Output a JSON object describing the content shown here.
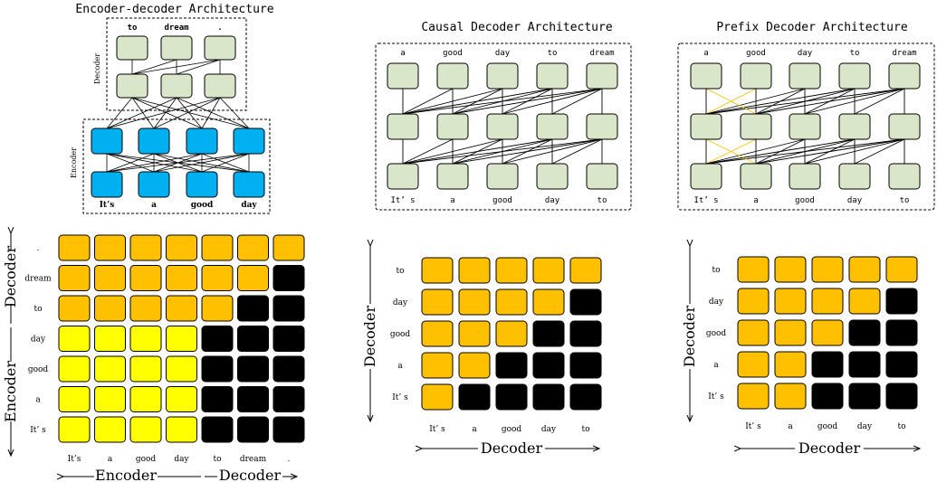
{
  "colors": {
    "node_fill": "#d9e6c9",
    "encoder_fill": "#00b0f0",
    "mask_orange": "#ffc000",
    "mask_yellow": "#ffff00",
    "mask_black": "#000000",
    "prefix_edge": "#ffc000"
  },
  "encoder_decoder": {
    "title": "Encoder-decoder Architecture",
    "decoder_box_label": "Decoder",
    "encoder_box_label": "Encoder",
    "decoder_tokens": [
      "to",
      "dream",
      "."
    ],
    "encoder_tokens": [
      "It’s",
      "a",
      "good",
      "day"
    ]
  },
  "causal": {
    "title": "Causal Decoder Architecture",
    "top_tokens": [
      "a",
      "good",
      "day",
      "to",
      "dream"
    ],
    "bottom_tokens": [
      "It’ s",
      "a",
      "good",
      "day",
      "to"
    ]
  },
  "prefix": {
    "title": "Prefix Decoder Architecture",
    "top_tokens": [
      "a",
      "good",
      "day",
      "to",
      "dream"
    ],
    "bottom_tokens": [
      "It’ s",
      "a",
      "good",
      "day",
      "to"
    ]
  },
  "matrix_ed": {
    "row_labels": [
      ".",
      "dream",
      "to",
      "day",
      "good",
      "a",
      "It’ s"
    ],
    "col_labels": [
      "It’s",
      "a",
      "good",
      "day",
      "to",
      "dream",
      "."
    ],
    "cells": [
      [
        "O",
        "O",
        "O",
        "O",
        "O",
        "O",
        "O"
      ],
      [
        "O",
        "O",
        "O",
        "O",
        "O",
        "O",
        "B"
      ],
      [
        "O",
        "O",
        "O",
        "O",
        "O",
        "B",
        "B"
      ],
      [
        "Y",
        "Y",
        "Y",
        "Y",
        "B",
        "B",
        "B"
      ],
      [
        "Y",
        "Y",
        "Y",
        "Y",
        "B",
        "B",
        "B"
      ],
      [
        "Y",
        "Y",
        "Y",
        "Y",
        "B",
        "B",
        "B"
      ],
      [
        "Y",
        "Y",
        "Y",
        "Y",
        "B",
        "B",
        "B"
      ]
    ],
    "axis_x_encoder": "Encoder",
    "axis_x_decoder": "Decoder",
    "axis_y_decoder": "Decoder",
    "axis_y_encoder": "Encoder"
  },
  "matrix_causal": {
    "row_labels": [
      "to",
      "day",
      "good",
      "a",
      "It’ s"
    ],
    "col_labels": [
      "It’ s",
      "a",
      "good",
      "day",
      "to"
    ],
    "cells": [
      [
        "O",
        "O",
        "O",
        "O",
        "O"
      ],
      [
        "O",
        "O",
        "O",
        "O",
        "B"
      ],
      [
        "O",
        "O",
        "O",
        "B",
        "B"
      ],
      [
        "O",
        "O",
        "B",
        "B",
        "B"
      ],
      [
        "O",
        "B",
        "B",
        "B",
        "B"
      ]
    ],
    "axis_x": "Decoder",
    "axis_y": "Decoder"
  },
  "matrix_prefix": {
    "row_labels": [
      "to",
      "day",
      "good",
      "a",
      "It’ s"
    ],
    "col_labels": [
      "It’ s",
      "a",
      "good",
      "day",
      "to"
    ],
    "cells": [
      [
        "O",
        "O",
        "O",
        "O",
        "O"
      ],
      [
        "O",
        "O",
        "O",
        "O",
        "B"
      ],
      [
        "O",
        "O",
        "O",
        "B",
        "B"
      ],
      [
        "O",
        "O",
        "B",
        "B",
        "B"
      ],
      [
        "O",
        "O",
        "B",
        "B",
        "B"
      ]
    ],
    "axis_x": "Decoder",
    "axis_y": "Decoder"
  }
}
